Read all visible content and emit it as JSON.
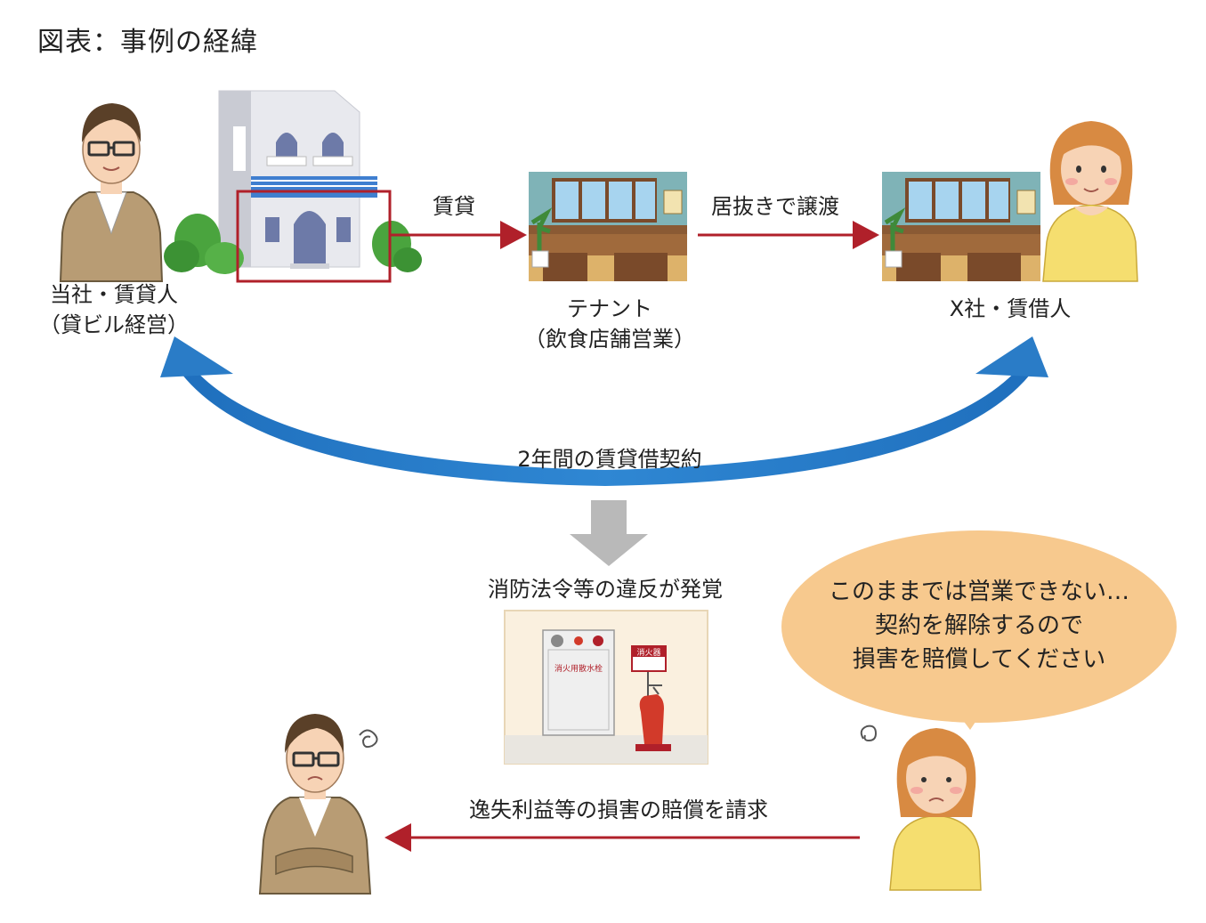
{
  "title": "図表：事例の経緯",
  "lessor": {
    "line1": "当社・賃貸人",
    "line2": "（貸ビル経営）"
  },
  "tenant": {
    "line1": "テナント",
    "line2": "（飲食店舗営業）"
  },
  "lessee": {
    "line1": "X社・賃借人"
  },
  "arrows": {
    "lease": "賃貸",
    "transfer": "居抜きで譲渡",
    "contract": "2年間の賃貸借契約",
    "violation": "消防法令等の違反が発覚",
    "claim": "逸失利益等の損害の賠償を請求"
  },
  "speech": {
    "line1": "このままでは営業できない…",
    "line2": "契約を解除するので",
    "line3": "損害を賠償してください"
  },
  "sign_text": "消火器",
  "hydrant_text": "消火用散水栓",
  "colors": {
    "red_arrow": "#b0202a",
    "blue_arrow": "#2a7cc7",
    "bubble": "#f7c98e",
    "grey_arrow": "#b9b9b9"
  }
}
